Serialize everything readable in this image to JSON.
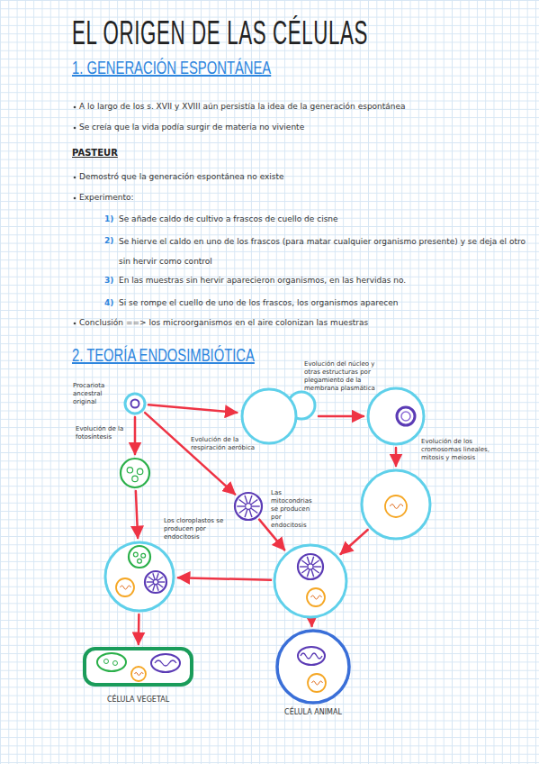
{
  "diagram": {
    "title": "EL ORIGEN DE LAS CÉLULAS",
    "nodes": [
      {
        "text": [
          "Procariota ancestral original"
        ]
      },
      {
        "text": []
      },
      {
        "text": []
      },
      {
        "text": []
      },
      {
        "text": [
          "Las mitocondrias se producen por endocitosis"
        ]
      },
      {
        "text": []
      },
      {
        "text": []
      },
      {
        "text": []
      },
      {
        "text": [
          "CÉLULA VEGETAL"
        ]
      },
      {
        "text": [
          "CÉLULA ANIMAL"
        ]
      }
    ],
    "edges": [
      {
        "from": 0,
        "to": 1,
        "arrow": "to"
      },
      {
        "from": 1,
        "to": 2,
        "arrow": "to",
        "label": "Evolución del núcleo y otras estructuras por plegamiento de la membrana plasmática"
      },
      {
        "from": 0,
        "to": 3,
        "arrow": "to",
        "label": "Evolución de la fotosíntesis"
      },
      {
        "from": 0,
        "to": 4,
        "arrow": "to",
        "label": "Evolución de la respiración aeróbica"
      },
      {
        "from": 2,
        "to": 5,
        "arrow": "to",
        "label": "Evolución de los cromosomas lineales, mitosis y meiosis"
      },
      {
        "from": 5,
        "to": 6,
        "arrow": "to"
      },
      {
        "from": 4,
        "to": 6,
        "arrow": "to"
      },
      {
        "from": 3,
        "to": 7,
        "arrow": "to",
        "label": "Los cloroplastos se producen por endocitosis"
      },
      {
        "from": 6,
        "to": 7,
        "arrow": "to"
      },
      {
        "from": 7,
        "to": 8,
        "arrow": "to"
      },
      {
        "from": 6,
        "to": 9,
        "arrow": "to"
      }
    ],
    "labels": [
      "1. GENERACIÓN ESPONTÁNEA",
      "A lo largo de los s. XVII y XVIII aún persistía la idea de la generación espontánea",
      "Se creía que la vida podía surgir de materia no viviente",
      "PASTEUR",
      "Demostró que la generación espontánea no existe",
      "Experimento:",
      "1)",
      "Se añade caldo de cultivo a frascos de cuello de cisne",
      "2)",
      "Se hierve el caldo en uno de los frascos (para matar cualquier organismo presente) y se deja el otro sin hervir como control",
      "3)",
      "En las muestras sin hervir aparecieron organismos, en las hervidas no.",
      "4)",
      "Si se rompe el cuello de uno de los frascos, los organismos aparecen",
      "Conclusión ==> los microorganismos en el aire colonizan las muestras",
      "2. TEORÍA ENDOSIMBIÓTICA"
    ]
  }
}
